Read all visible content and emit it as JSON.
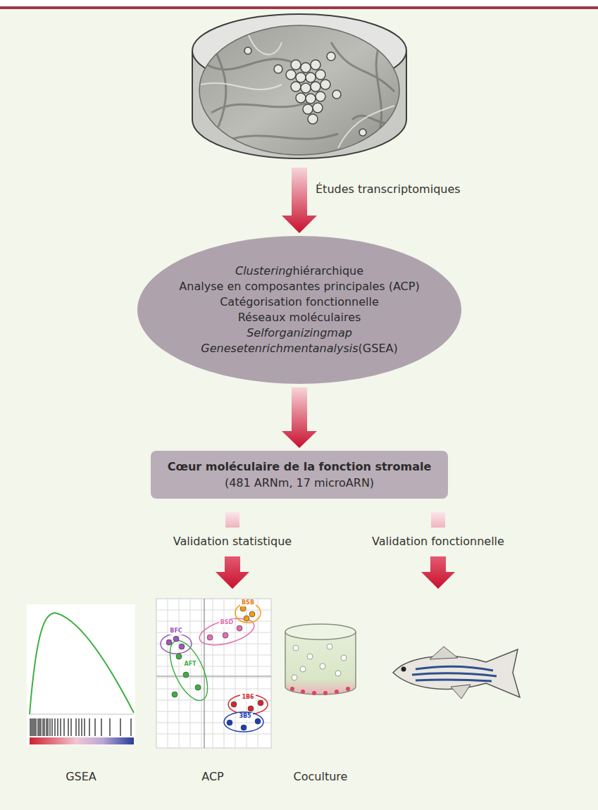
{
  "diagram": {
    "nodes": [
      {
        "text": [
          "Clustering hiérarchique",
          "Analyse en composantes principales (ACP)",
          "Catégorisation fonctionnelle",
          "Réseaux moléculaires",
          "Self organizing map",
          "Gene set enrichment analysis (GSEA)"
        ]
      },
      {
        "text": [
          "Cœur moléculaire de la fonction stromale",
          "(481 ARNm, 17 microARN)"
        ]
      }
    ],
    "edges": [
      {
        "from": 0,
        "to": 1,
        "arrow": "to"
      }
    ],
    "labels": [
      "Études transcriptomiques",
      "Validation statistique",
      "Validation fonctionnelle",
      "BFC",
      "BSB",
      "BSD",
      "AFT",
      "1B6",
      "3B5",
      "GSEA",
      "ACP",
      "Coculture"
    ]
  }
}
